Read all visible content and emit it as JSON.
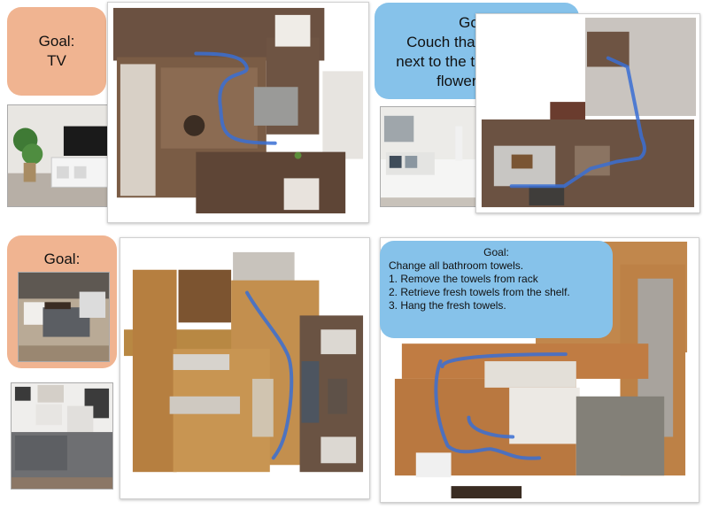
{
  "panels": [
    {
      "goal_label": "Goal:",
      "goal_text": [
        "TV"
      ]
    },
    {
      "goal_label": "Goal:",
      "goal_text": [
        "Couch that is located",
        "next to the table and the",
        "flower vase."
      ]
    },
    {
      "goal_label": "Goal:",
      "goal_text": []
    },
    {
      "goal_label": "Goal:",
      "goal_text": [
        "Change all bathroom towels.",
        "1. Remove the towels from rack",
        "2. Retrieve fresh towels from the shelf.",
        "3. Hang the fresh towels."
      ]
    }
  ],
  "colors": {
    "goal_orange": "#f0b491",
    "goal_blue": "#86c2ea",
    "path_blue": "#3a6fd4",
    "wood_dark": "#5a4030",
    "wood_light": "#b98a4e"
  }
}
